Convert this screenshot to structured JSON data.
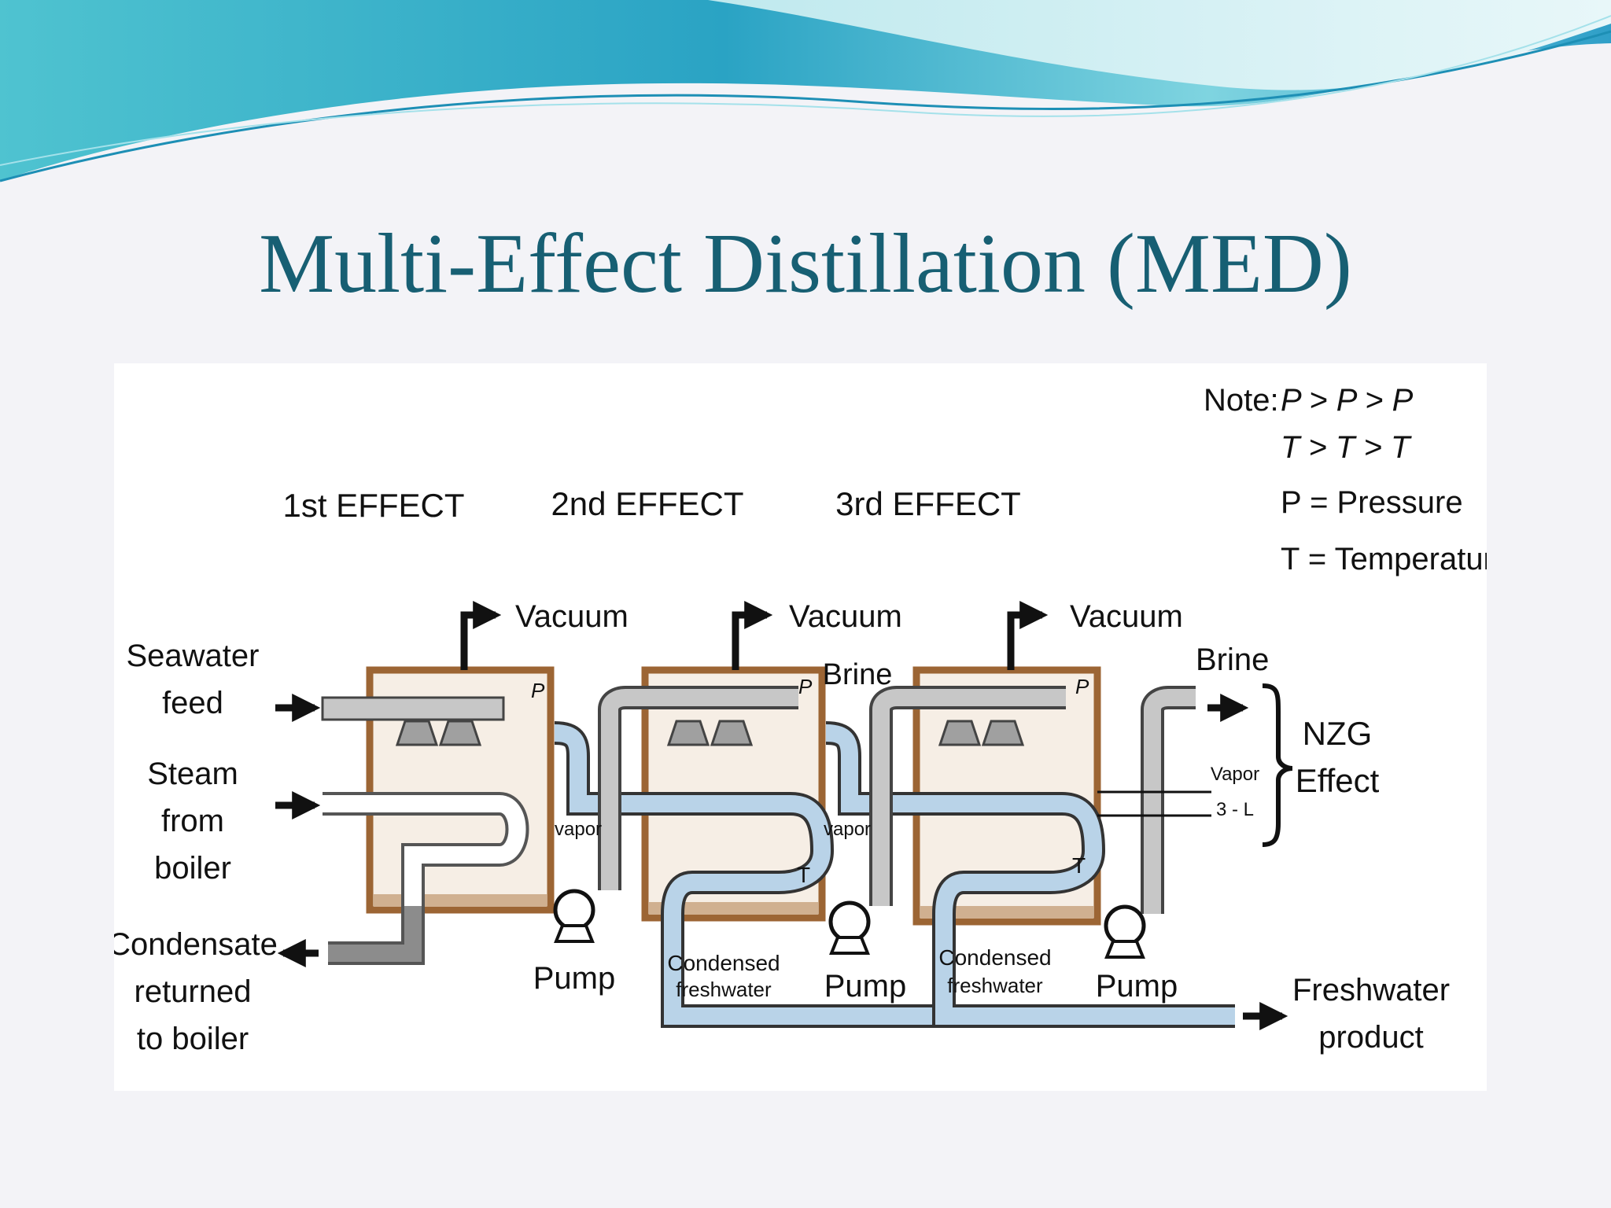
{
  "slide": {
    "title": "Multi-Effect Distillation (MED)"
  },
  "diagram": {
    "effects": [
      "1st EFFECT",
      "2nd EFFECT",
      "3rd EFFECT"
    ],
    "note": {
      "heading": "Note:",
      "line1": "P > P > P",
      "line2": "T > T > T",
      "line3": "P = Pressure",
      "line4": "T = Temperature"
    },
    "inputs": {
      "seawater_line1": "Seawater",
      "seawater_line2": "feed",
      "steam_line1": "Steam",
      "steam_line2": "from",
      "steam_line3": "boiler",
      "condensate_line1": "Condensate",
      "condensate_line2": "returned",
      "condensate_line3": "to boiler"
    },
    "vacuum_label": "Vacuum",
    "pump_label": "Pump",
    "brine_label": "Brine",
    "vapor_label": "Vapor",
    "vapor_small_label": "vapor",
    "p_mark": "P",
    "t_mark": "T",
    "condensed_line1": "Condensed",
    "condensed_line2": "freshwater",
    "nzg_line1": "NZG",
    "nzg_line2": "Effect",
    "nzg_vapor": "Vapor",
    "nzg_sub": "3 - L",
    "freshwater_line1": "Freshwater",
    "freshwater_line2": "product",
    "colors": {
      "title": "#175f73",
      "vessel_border": "#9c6534",
      "vessel_fill": "#f6eee5",
      "pipe_gray": "#c7c7c7",
      "pipe_blue": "#b9d3e8",
      "condensate_pipe": "#8c8c8c"
    }
  }
}
